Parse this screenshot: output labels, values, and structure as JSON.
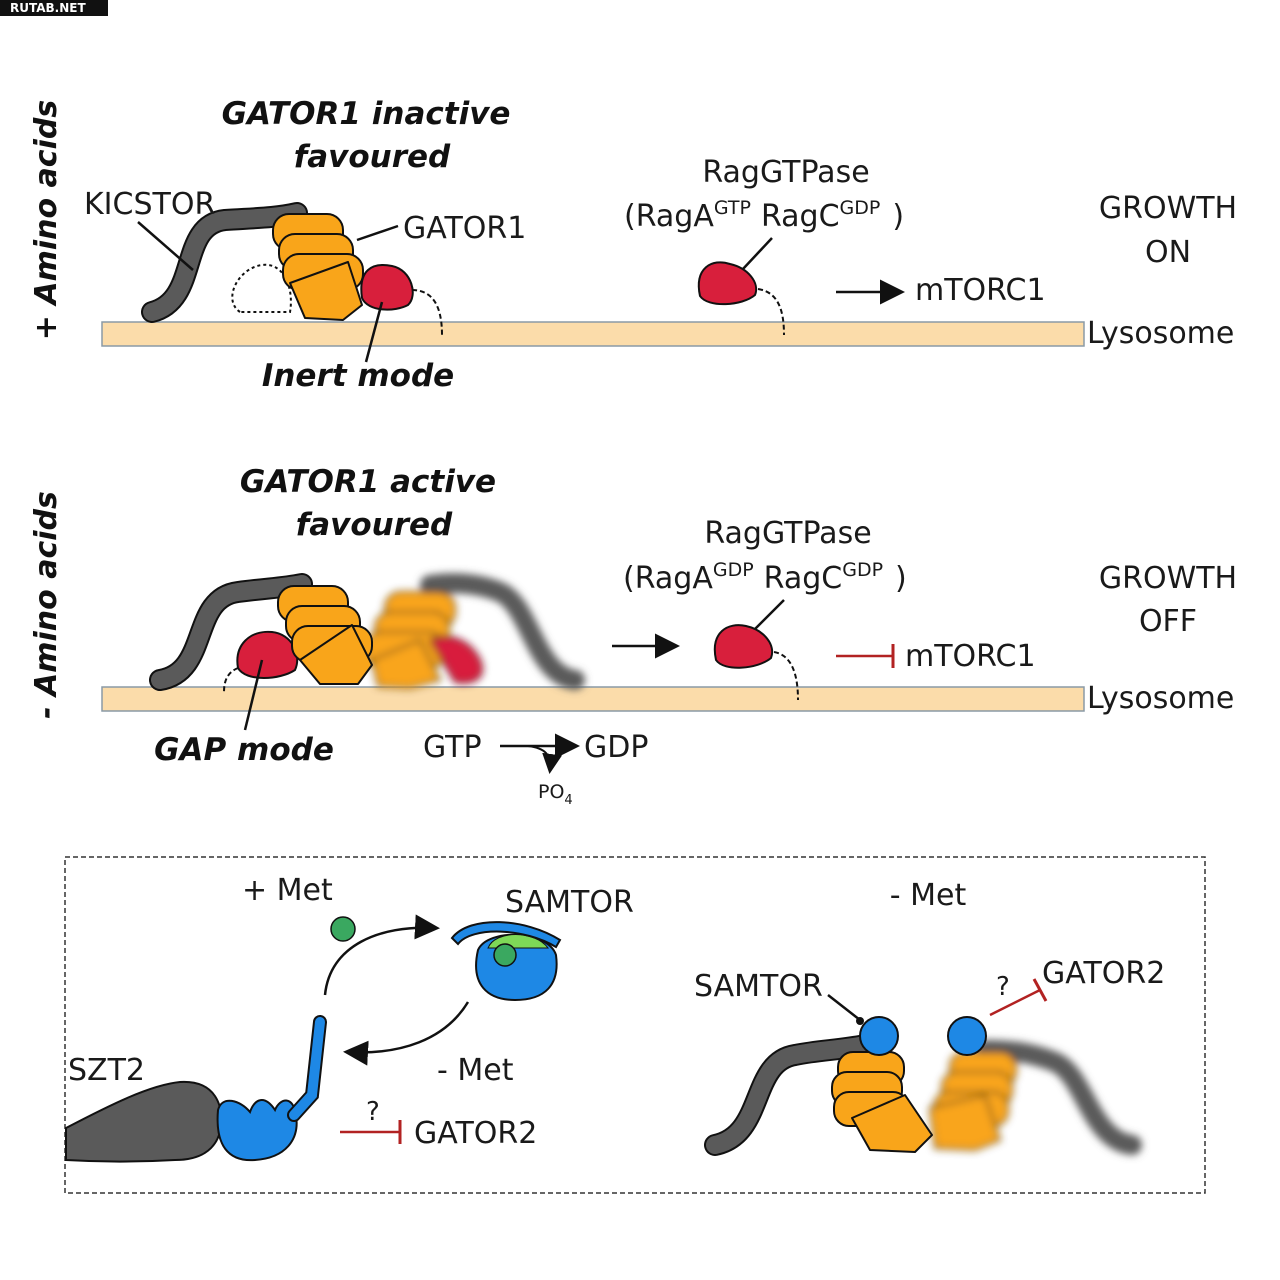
{
  "watermark": "RUTAB.NET",
  "panel_plus": {
    "side_label": "+ Amino acids",
    "title_line1": "GATOR1 inactive",
    "title_line2": "favoured",
    "kicstor": "KICSTOR",
    "gator1": "GATOR1",
    "mode": "Inert mode",
    "rag_title": "RagGTPase",
    "rag_open": "(RagA",
    "rag_a_sup": "GTP",
    "rag_c": "RagC",
    "rag_c_sup": "GDP",
    "rag_close": ")",
    "mtorc1": "mTORC1",
    "growth_line1": "GROWTH",
    "growth_line2": "ON",
    "lysosome": "Lysosome"
  },
  "panel_minus": {
    "side_label": "- Amino acids",
    "title_line1": "GATOR1 active",
    "title_line2": "favoured",
    "mode": "GAP mode",
    "gtp": "GTP",
    "gdp": "GDP",
    "po": "PO",
    "po_sub": "4",
    "rag_title": "RagGTPase",
    "rag_open": "(RagA",
    "rag_a_sup": "GDP",
    "rag_c": "RagC",
    "rag_c_sup": "GDP",
    "rag_close": ")",
    "mtorc1": "mTORC1",
    "growth_line1": "GROWTH",
    "growth_line2": "OFF",
    "lysosome": "Lysosome"
  },
  "panel_met": {
    "plus_met": "+ Met",
    "samtor_top": "SAMTOR",
    "minus_met_arrow": "- Met",
    "szt2": "SZT2",
    "question_left": "?",
    "gator2_left": "GATOR2",
    "minus_met_title": "- Met",
    "samtor_right": "SAMTOR",
    "question_right": "?",
    "gator2_right": "GATOR2"
  },
  "colors": {
    "lysosome_fill": "#fbdcaa",
    "gator1_orange": "#f9a51a",
    "rag_red": "#d81f3c",
    "kicstor_gray": "#5a5a5a",
    "samtor_blue": "#1e88e5",
    "met_green": "#3aa860",
    "inhibit_red": "#b22222"
  }
}
